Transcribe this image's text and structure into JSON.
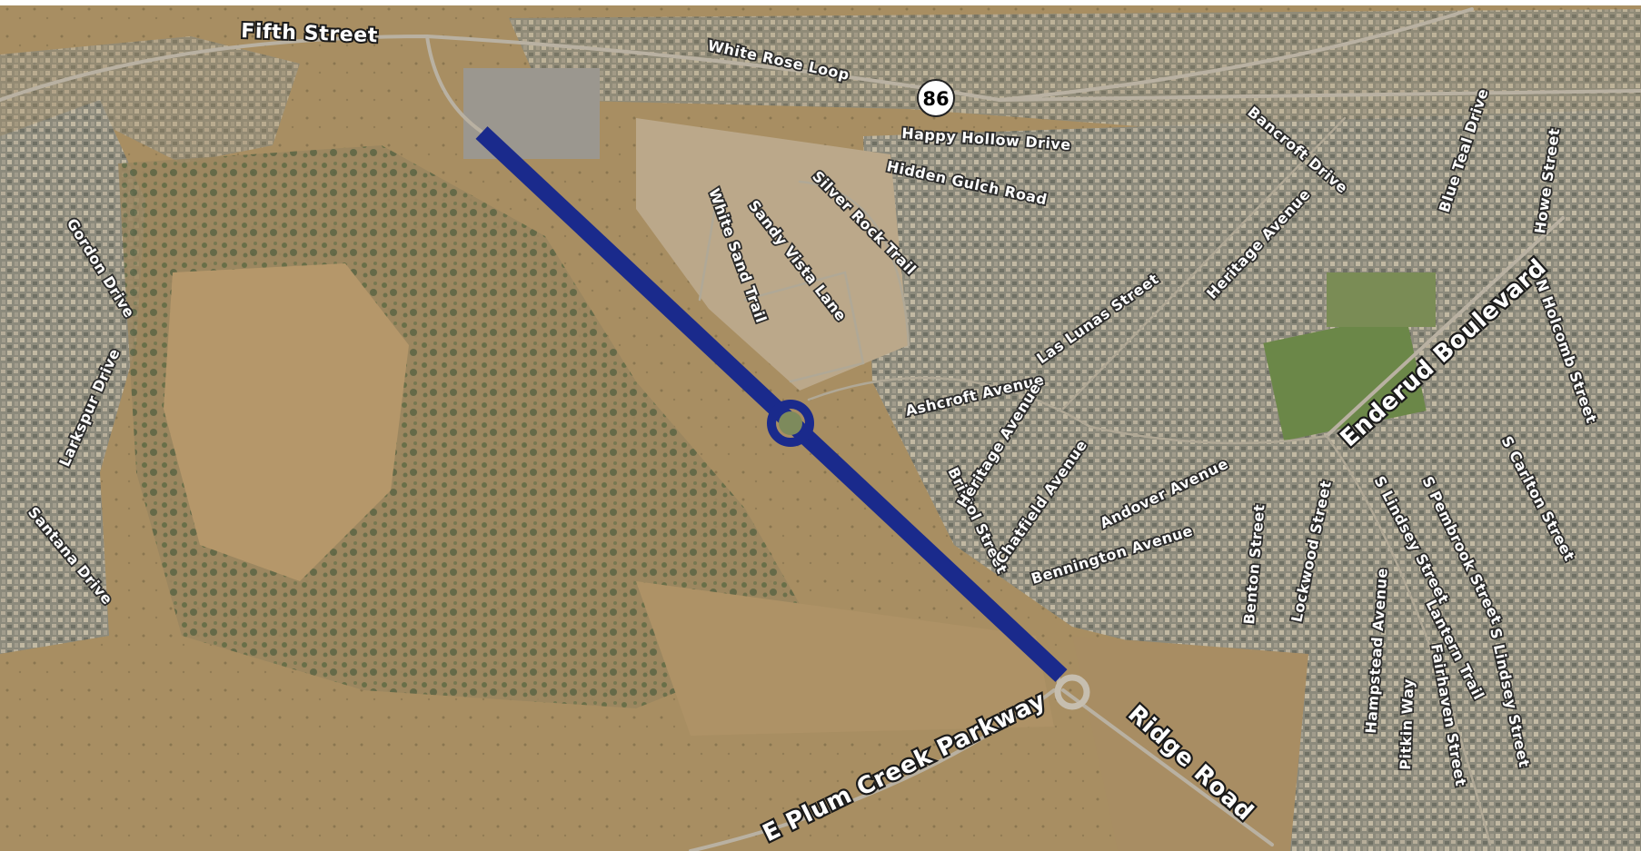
{
  "map": {
    "highlight_color": "#1a2a8c",
    "highway_shield": "86",
    "labels": {
      "fifth_street": "Fifth Street",
      "white_rose_loop": "White Rose Loop",
      "happy_hollow_drive": "Happy Hollow Drive",
      "hidden_gulch_road": "Hidden Gulch Road",
      "bancroft_drive": "Bancroft Drive",
      "blue_teal_drive": "Blue Teal Drive",
      "howe_street": "Howe Street",
      "gordon_drive": "Gordon Drive",
      "white_sand_trail": "White Sand Trail",
      "sandy_vista_lane": "Sandy Vista Lane",
      "silver_rock_trail": "Silver Rock Trail",
      "heritage_avenue_north": "Heritage Avenue",
      "las_lunas_street": "Las Lunas Street",
      "enderud_boulevard": "Enderud Boulevard",
      "n_holcomb_street": "N Holcomb Street",
      "ashcroft_avenue": "Ashcroft Avenue",
      "larkspur_drive": "Larkspur Drive",
      "santana_drive": "Santana Drive",
      "bristol_street": "Bristol Street",
      "heritage_avenue_south": "Heritage Avenue",
      "chatfield_avenue": "Chatfield Avenue",
      "andover_avenue": "Andover Avenue",
      "bennington_avenue": "Bennington Avenue",
      "benton_street": "Benton Street",
      "lockwood_street": "Lockwood Street",
      "s_lindsey_street_north": "S Lindsey Street",
      "s_pembrook_street": "S Pembrook Street",
      "s_carlton_street": "S Carlton Street",
      "hampstead_avenue": "Hampstead Avenue",
      "lantern_trail": "Lantern Trail",
      "fairhaven_street": "Fairhaven Street",
      "s_lindsey_street_south": "S Lindsey Street",
      "pitkin_way": "Pitkin Way",
      "ridge_road": "Ridge Road",
      "e_plum_creek_parkway": "E Plum Creek Parkway"
    }
  }
}
